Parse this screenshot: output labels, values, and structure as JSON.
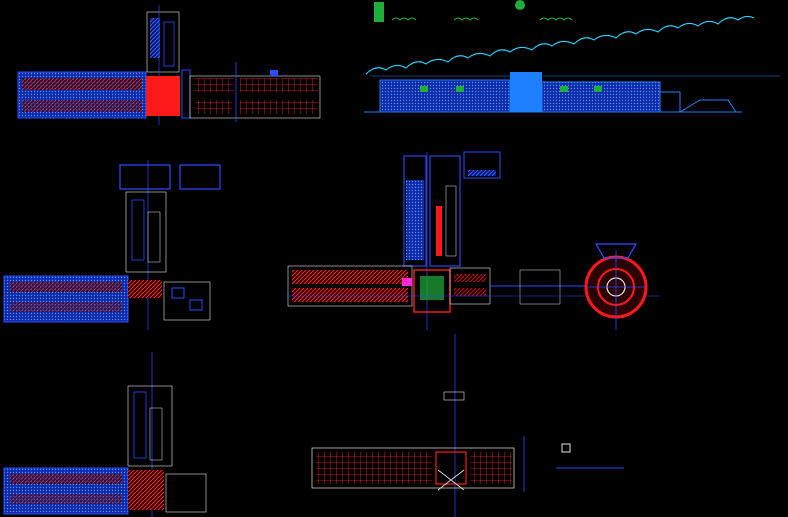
{
  "drawing": {
    "background": "#000000",
    "colors": {
      "wall_blue": "#2a4dff",
      "fill_blue": "#1f6fff",
      "elev_blue": "#1e7fff",
      "hatch_red": "#ff1a1a",
      "dark_red": "#c00000",
      "white": "#e6e6e6",
      "green": "#1fae3a",
      "cyan": "#2ad0ff",
      "yellow": "#f0d000",
      "magenta": "#ff2ad4"
    },
    "views": [
      {
        "name": "plan-top-left"
      },
      {
        "name": "elevation-top-right"
      },
      {
        "name": "plan-mid-left"
      },
      {
        "name": "plan-center"
      },
      {
        "name": "plan-bottom-left"
      },
      {
        "name": "plan-bottom-right"
      }
    ]
  }
}
